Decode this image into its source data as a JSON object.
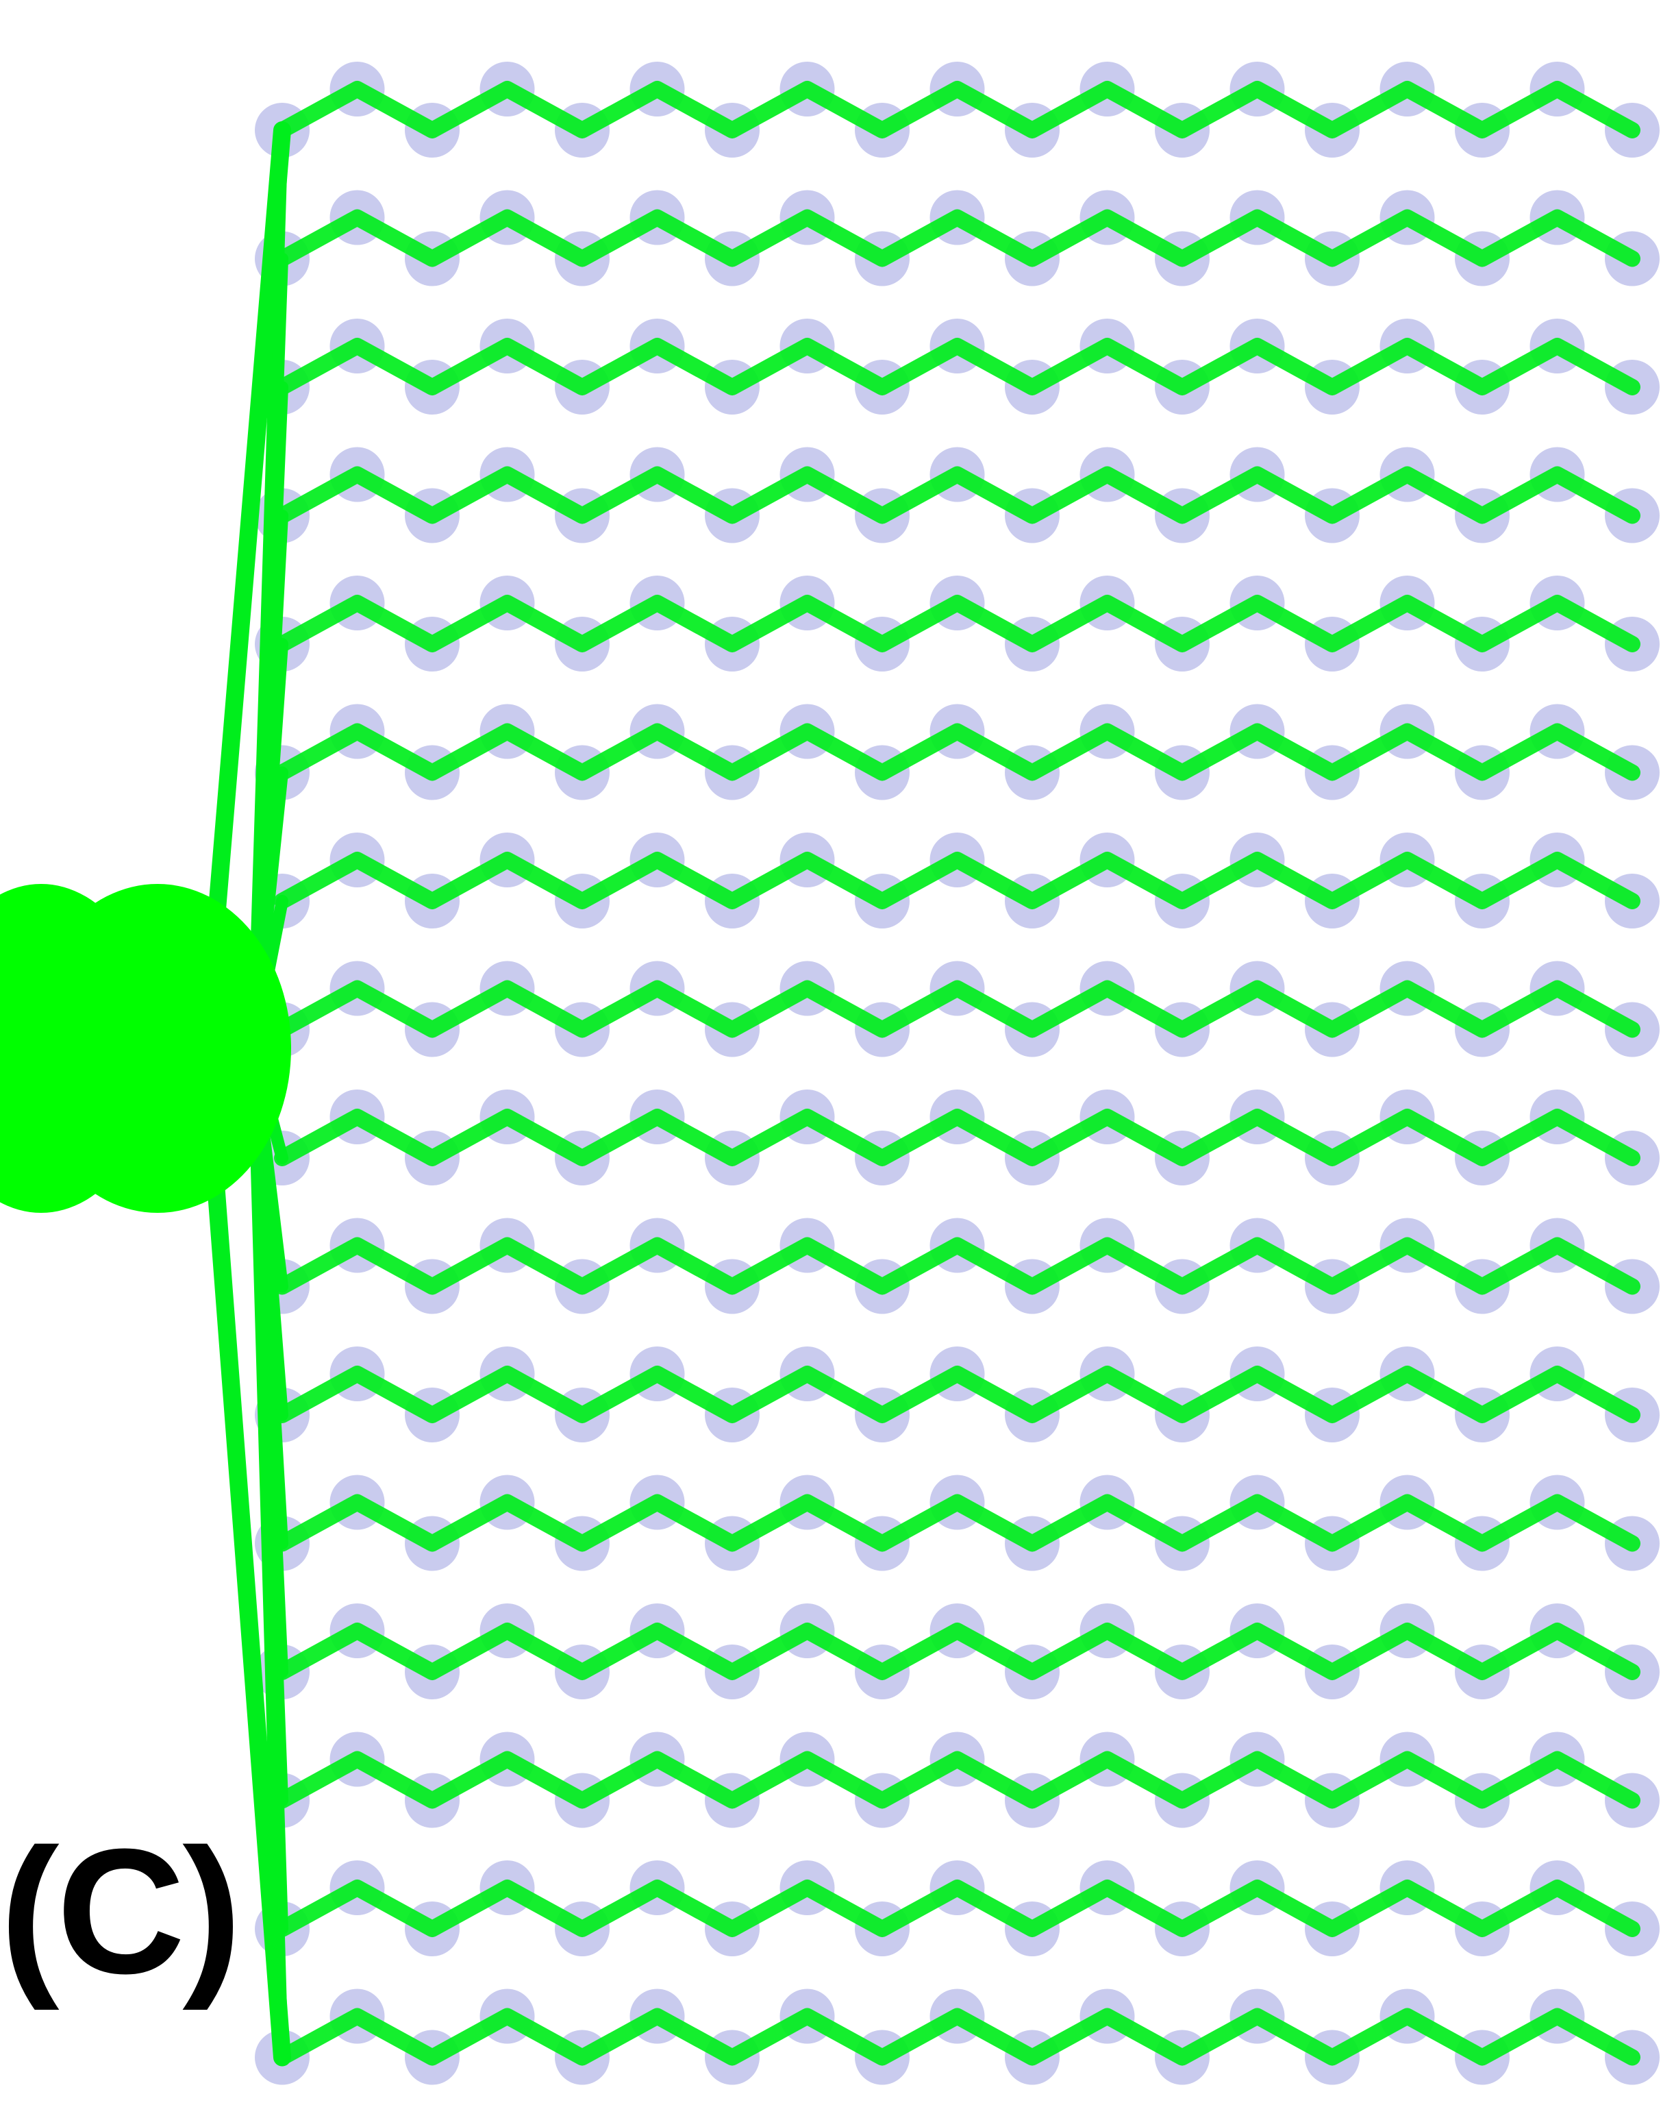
{
  "panel": {
    "label": "(C)"
  },
  "diagram": {
    "type": "zigzag-chain-network",
    "row_count": 16,
    "beads_per_row": 19,
    "colors": {
      "chain": "#00ee1c",
      "hub": "#00ff00",
      "bead": "#c9cbee",
      "label": "#000000"
    }
  }
}
